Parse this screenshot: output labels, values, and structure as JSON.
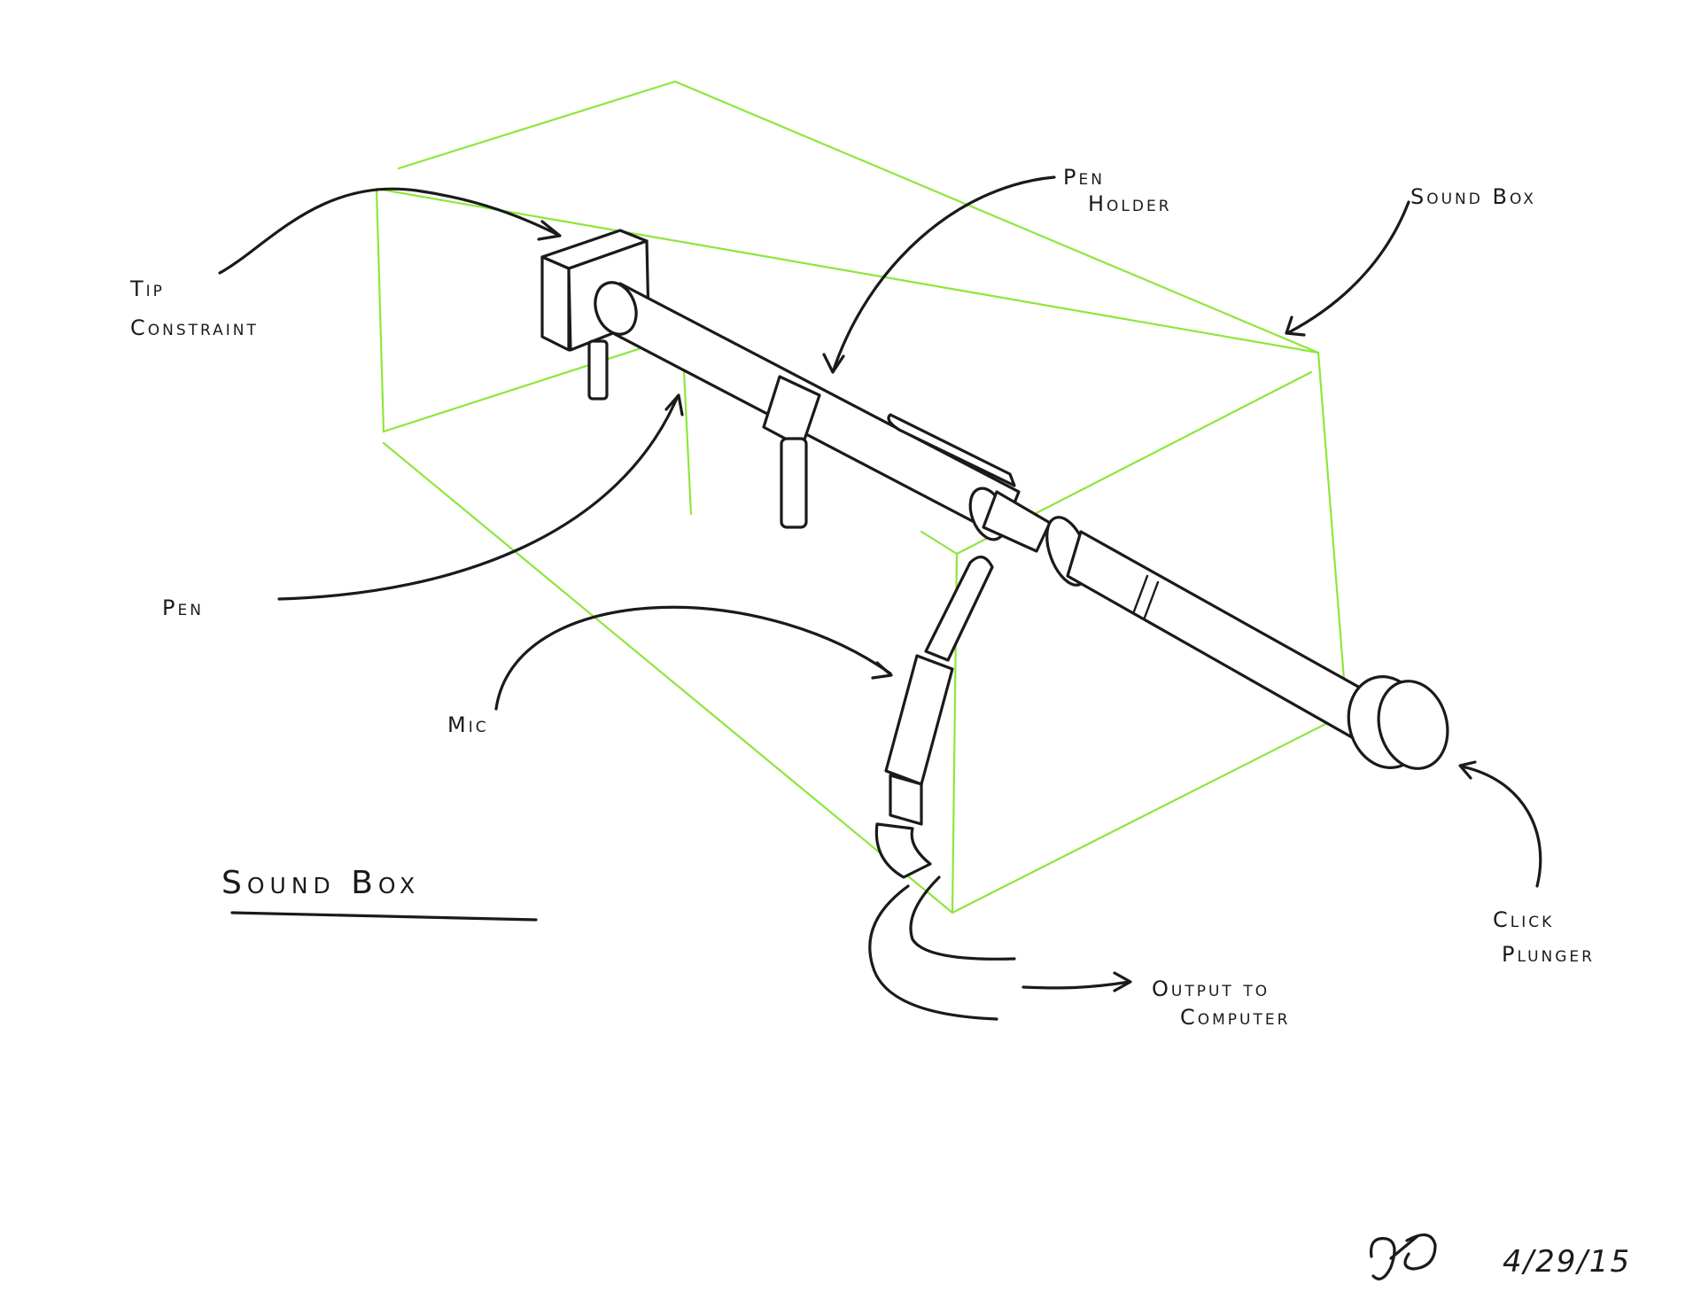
{
  "title": "Sound Box",
  "labels": {
    "tip_constraint": [
      "Tip",
      "Constraint"
    ],
    "pen_holder": [
      "Pen",
      "Holder"
    ],
    "sound_box": "Sound Box",
    "pen": "Pen",
    "mic": "Mic",
    "output": [
      "Output to",
      "Computer"
    ],
    "click_plunger": [
      "Click",
      "Plunger"
    ]
  },
  "signature_initials": "JJD",
  "date": "4/29/15",
  "colors": {
    "ink": "#1a1a1a",
    "box_outline": "#8ee63c"
  }
}
